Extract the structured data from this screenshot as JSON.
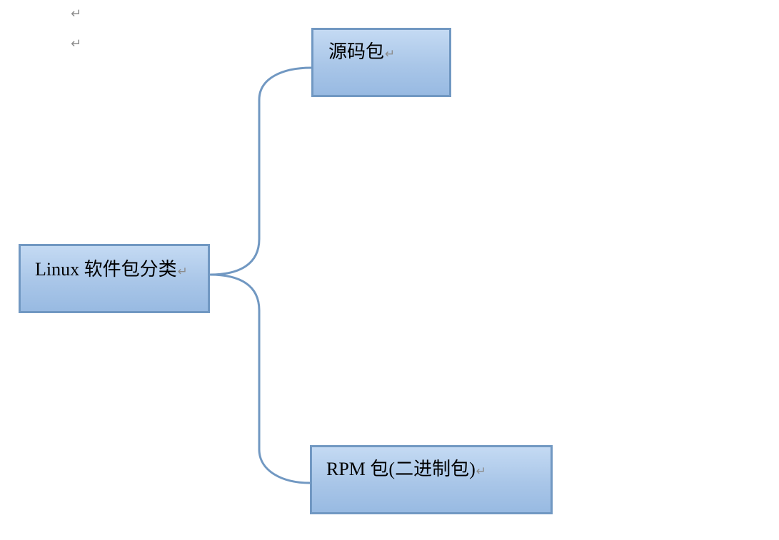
{
  "paragraph_marks": [
    "↵",
    "↵"
  ],
  "nodes": {
    "root": {
      "label": "Linux 软件包分类",
      "return_mark": "↵"
    },
    "source": {
      "label": "源码包",
      "return_mark": "↵"
    },
    "rpm": {
      "label": "RPM 包(二进制包)",
      "return_mark": "↵"
    }
  },
  "colors": {
    "connector": "#7198c2",
    "node_border": "#7198c2",
    "node_fill_top": "#c4daf3",
    "node_fill_bottom": "#98bae2"
  }
}
